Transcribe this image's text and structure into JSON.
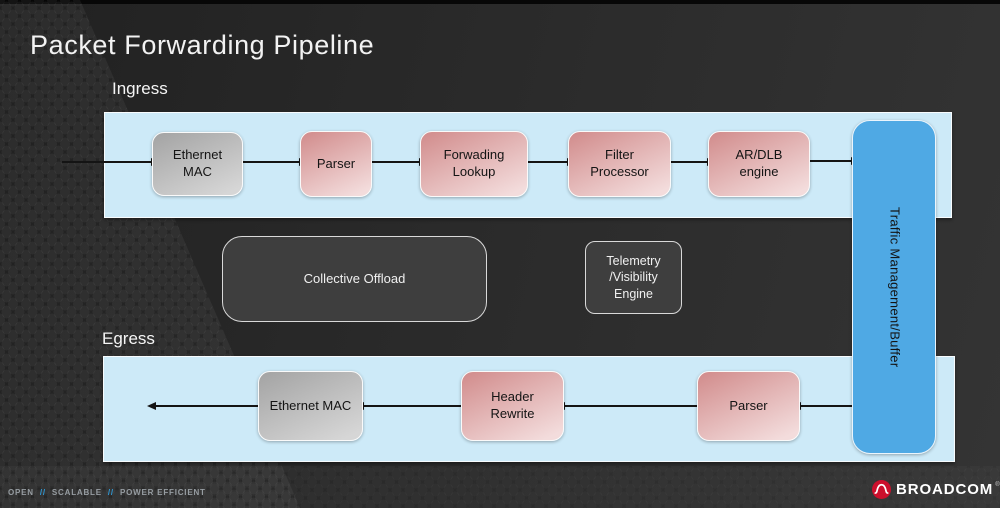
{
  "slide": {
    "title": "Packet Forwarding Pipeline",
    "footer": {
      "items": [
        "OPEN",
        "SCALABLE",
        "POWER EFFICIENT"
      ],
      "separator": "//"
    },
    "brand": {
      "name": "BROADCOM",
      "registered_mark": "®"
    }
  },
  "colors": {
    "background": "#2a2a2a",
    "band_blue": "#cdeaf8",
    "node_blue": "#4fa9e4",
    "pink_start": "#d18b8b",
    "pink_end": "#f3dcdc",
    "gray_start": "#a3a3a3",
    "gray_end": "#d6d6d6",
    "dark_node": "#3e3e3e",
    "separator_blue": "#2f9bd8",
    "brand_red": "#cc0f2c"
  },
  "diagram": {
    "ingress": {
      "label": "Ingress",
      "nodes": [
        {
          "id": "ethernet-mac",
          "label": "Ethernet\nMAC"
        },
        {
          "id": "parser",
          "label": "Parser"
        },
        {
          "id": "forwarding-lookup",
          "label": "Forwading\nLookup"
        },
        {
          "id": "filter-processor",
          "label": "Filter\nProcessor"
        },
        {
          "id": "ar-dlb-engine",
          "label": "AR/DLB\nengine"
        }
      ]
    },
    "buffer": {
      "label": "Traffic Management/Buffer"
    },
    "offload": {
      "label": "Collective Offload"
    },
    "telemetry": {
      "label": "Telemetry\n/Visibility\nEngine"
    },
    "egress": {
      "label": "Egress",
      "nodes": [
        {
          "id": "ethernet-mac",
          "label": "Ethernet MAC"
        },
        {
          "id": "header-rewrite",
          "label": "Header\nRewrite"
        },
        {
          "id": "parser",
          "label": "Parser"
        }
      ]
    }
  }
}
